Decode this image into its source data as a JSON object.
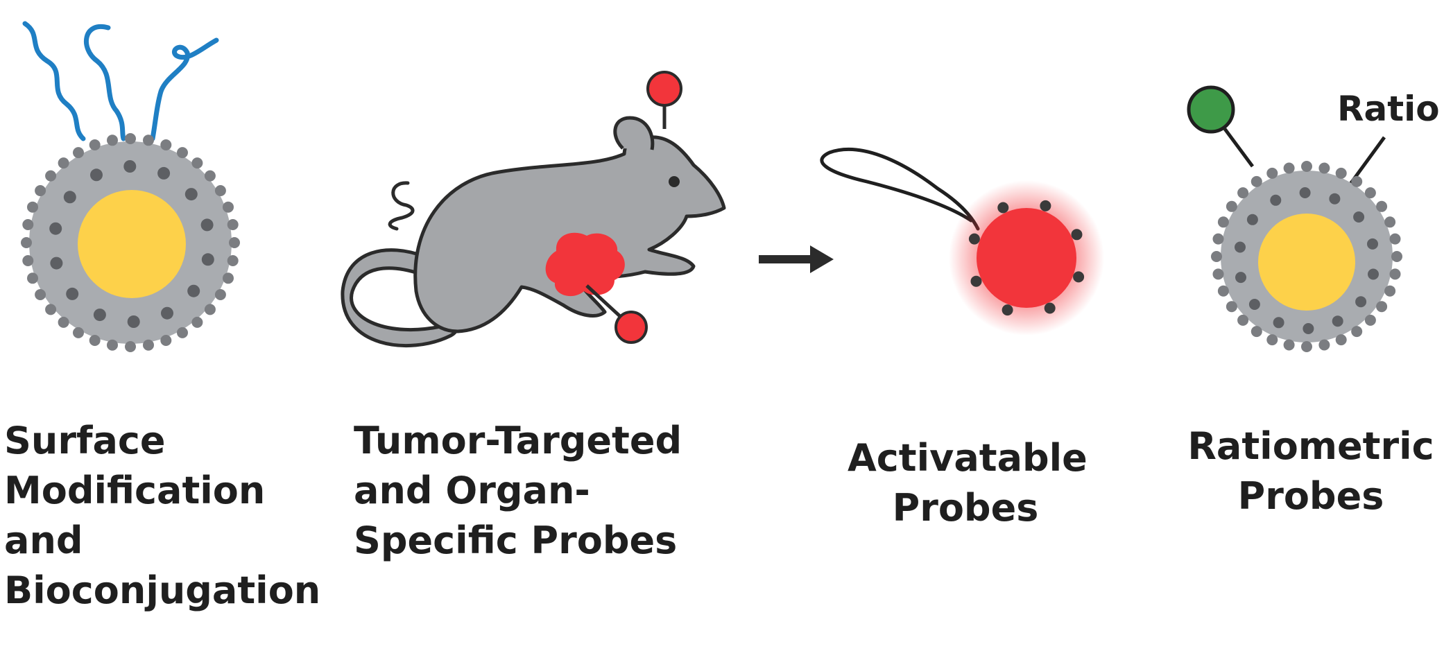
{
  "panels": {
    "surface": {
      "lines": [
        "Surface",
        "Modification",
        "and",
        "Bioconjugation"
      ]
    },
    "tumor": {
      "lines": [
        "Tumor-Targeted",
        "and Organ-",
        "Specific Probes"
      ]
    },
    "activatable": {
      "lines": [
        "Activatable",
        "Probes"
      ]
    },
    "ratiometric": {
      "lines": [
        "Ratiometric",
        "Probes"
      ],
      "label": "Ratio"
    }
  },
  "colors": {
    "shell": "#a9acb0",
    "shell_dark": "#8a8d91",
    "core": "#fdd14a",
    "dot": "#6e7074",
    "ligand": "#1f7fc4",
    "mouse": "#a4a6a9",
    "tumor": "#f2353b",
    "green": "#3e9a48",
    "ink": "#1f1f1f"
  },
  "icons": [
    "nanoparticle-icon",
    "mouse-icon",
    "tumor-icon",
    "arrow-icon",
    "activated-probe-icon",
    "ratiometric-nanoparticle-icon"
  ]
}
